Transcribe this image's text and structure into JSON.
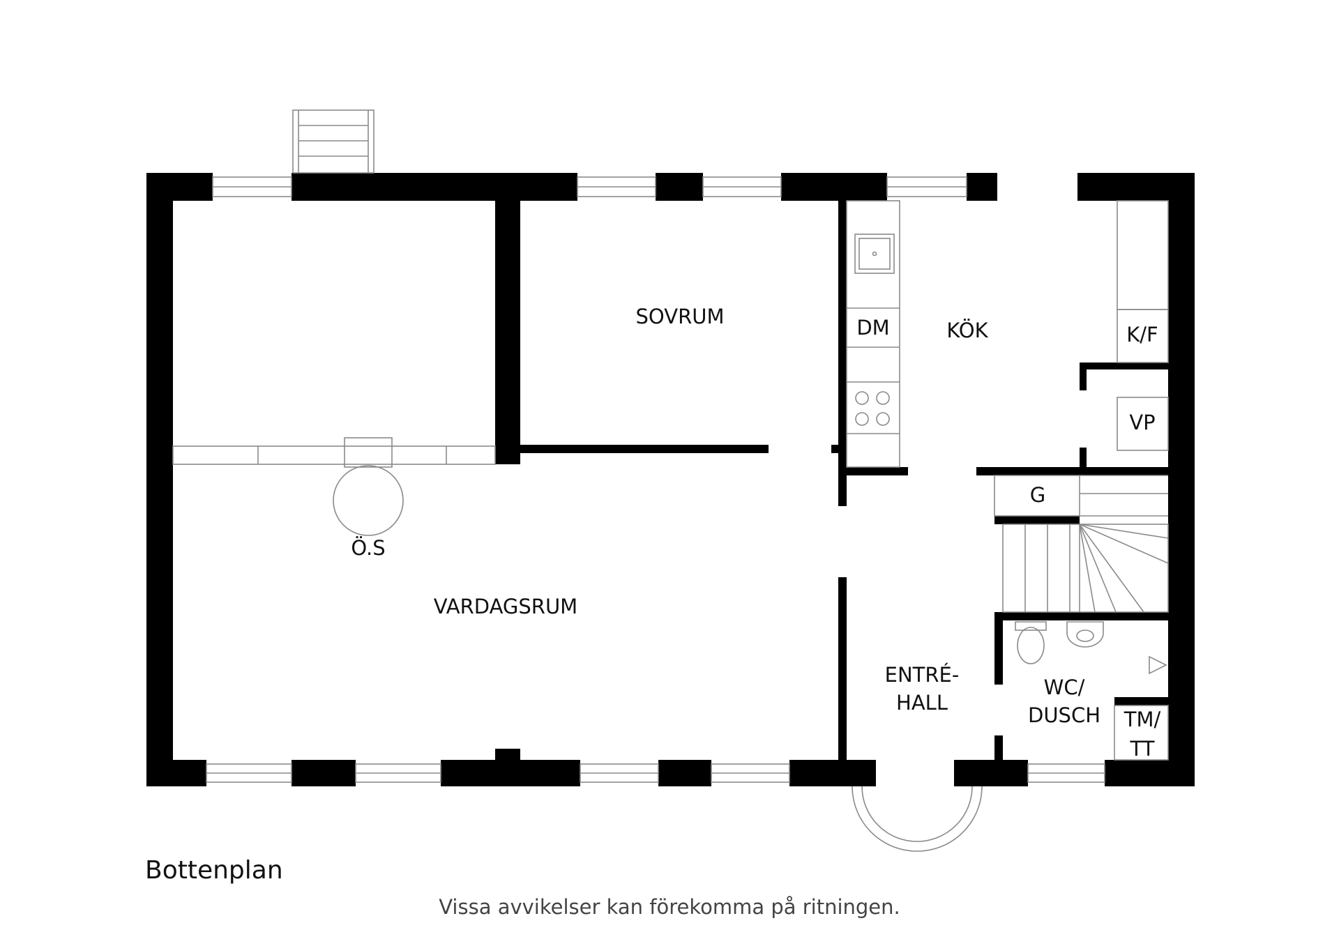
{
  "plan": {
    "title": "Bottenplan",
    "disclaimer": "Vissa avvikelser kan förekomma på ritningen.",
    "rooms": {
      "sovrum": "SOVRUM",
      "kok": "KÖK",
      "dm": "DM",
      "kf": "K/F",
      "vp": "VP",
      "g": "G",
      "os": "Ö.S",
      "vardagsrum": "VARDAGSRUM",
      "entre_line1": "ENTRÉ-",
      "entre_line2": "HALL",
      "wc_line1": "WC/",
      "wc_line2": "DUSCH",
      "tm_line1": "TM/",
      "tm_line2": "TT"
    }
  }
}
